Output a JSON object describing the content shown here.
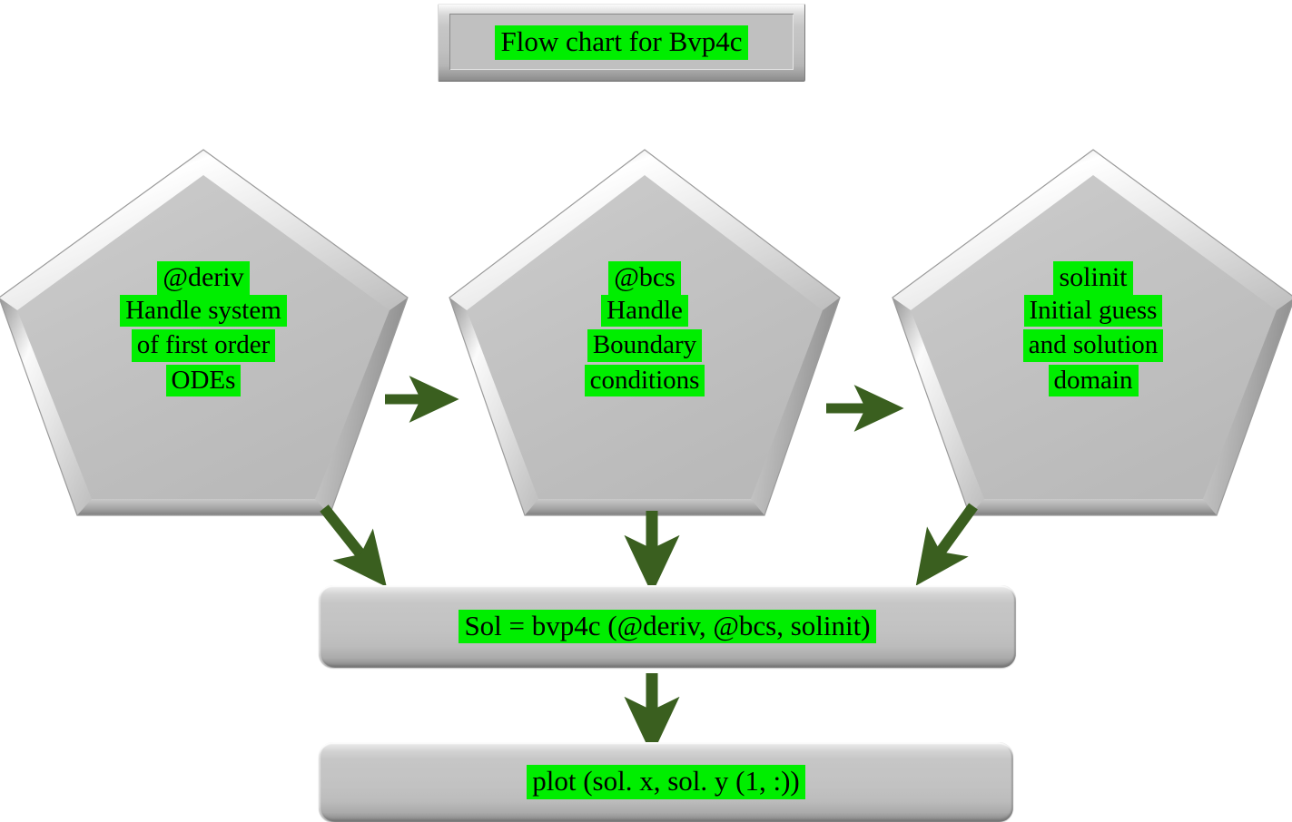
{
  "colors": {
    "highlight_green": "#00ee00",
    "arrow_green": "#3a5f1f",
    "shape_gray": "#c0c0c0",
    "text_black": "#000000",
    "background": "#ffffff"
  },
  "title_box": {
    "label": "Flow chart for Bvp4c"
  },
  "pentagons": [
    {
      "id": "deriv",
      "title": "@deriv",
      "lines": [
        "Handle system",
        "of first order",
        "ODEs"
      ]
    },
    {
      "id": "bcs",
      "title": "@bcs",
      "lines": [
        "Handle",
        "Boundary",
        "conditions"
      ]
    },
    {
      "id": "solinit",
      "title": "solinit",
      "lines": [
        "Initial guess",
        "and solution",
        "domain"
      ]
    }
  ],
  "bars": [
    {
      "id": "solver",
      "label": "Sol = bvp4c (@deriv, @bcs, solinit)"
    },
    {
      "id": "plot",
      "label": "plot (sol. x, sol. y (1, :))"
    }
  ],
  "arrows": [
    {
      "id": "deriv-to-bcs",
      "direction": "right"
    },
    {
      "id": "bcs-to-solinit",
      "direction": "right"
    },
    {
      "id": "deriv-to-solver",
      "direction": "down-right"
    },
    {
      "id": "bcs-to-solver",
      "direction": "down"
    },
    {
      "id": "solinit-to-solver",
      "direction": "down-left"
    },
    {
      "id": "solver-to-plot",
      "direction": "down"
    }
  ]
}
